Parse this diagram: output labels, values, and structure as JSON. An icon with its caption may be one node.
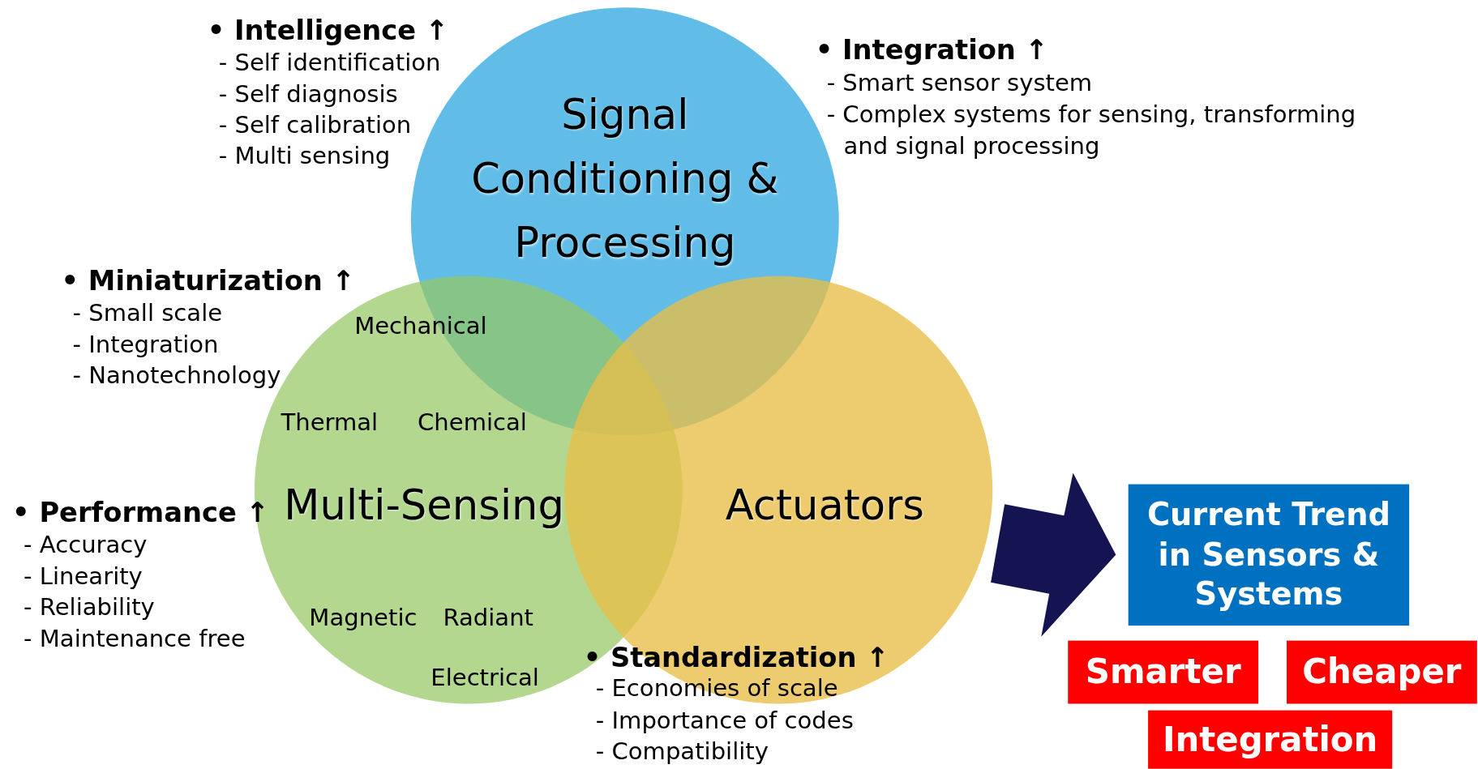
{
  "diagram": {
    "nodes": [
      {
        "text": [
          "Signal Conditioning & Processing"
        ]
      },
      {
        "text": [
          "Multi-Sensing"
        ]
      },
      {
        "text": [
          "Actuators"
        ]
      },
      {
        "text": [
          "Current Trend in Sensors & Systems"
        ]
      },
      {
        "text": [
          "Smarter"
        ]
      },
      {
        "text": [
          "Cheaper"
        ]
      },
      {
        "text": [
          "Integration"
        ]
      }
    ],
    "edges": [
      {
        "from": null,
        "to": 3,
        "arrow": "to"
      }
    ],
    "labels": [
      "• Intelligence ↑",
      "- Self identification",
      "- Self diagnosis",
      "- Self calibration",
      "- Multi sensing",
      "• Integration ↑",
      "- Smart sensor system",
      "- Complex systems for sensing, transforming and signal processing",
      "• Miniaturization ↑",
      "- Small scale",
      "- Integration",
      "- Nanotechnology",
      "Mechanical",
      "Thermal",
      "Chemical",
      "• Performance ↑",
      "- Accuracy",
      "- Linearity",
      "- Reliability",
      "- Maintenance free",
      "Magnetic",
      "Radiant",
      "Electrical",
      "• Standardization ↑",
      "- Economies of scale",
      "- Importance of codes",
      "- Compatibility"
    ]
  }
}
